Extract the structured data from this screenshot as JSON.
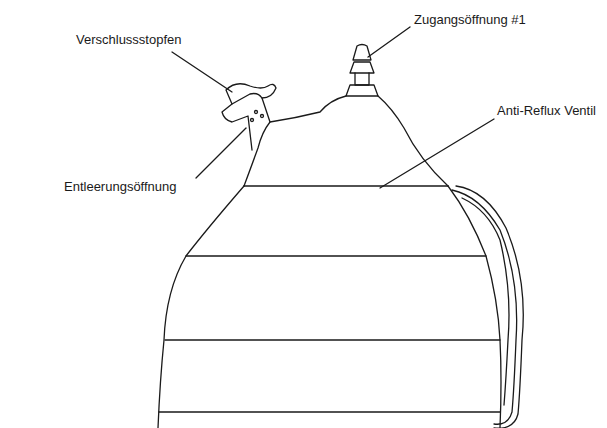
{
  "diagram": {
    "labels": [
      "Zugangsöffnung #1",
      "Verschlussstopfen",
      "Anti-Reflux Ventil",
      "Entleerungsöffnung"
    ]
  }
}
